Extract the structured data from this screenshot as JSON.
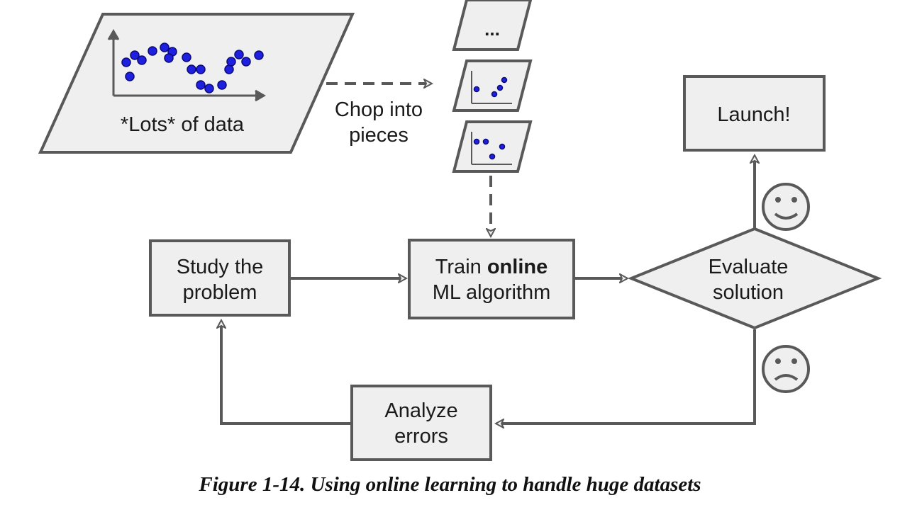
{
  "diagram": {
    "data_label": "*Lots* of data",
    "chop_label_line1": "Chop into",
    "chop_label_line2": "pieces",
    "ellipsis": "...",
    "study_line1": "Study the",
    "study_line2": "problem",
    "train_prefix": "Train ",
    "train_bold": "online",
    "train_line2": "ML algorithm",
    "evaluate_line1": "Evaluate",
    "evaluate_line2": "solution",
    "launch": "Launch!",
    "analyze_line1": "Analyze",
    "analyze_line2": "errors"
  },
  "caption": "Figure 1-14. Using online learning to handle huge datasets",
  "colors": {
    "stroke": "#595959",
    "fill": "#efefef",
    "dot": "#1f1fe0"
  }
}
